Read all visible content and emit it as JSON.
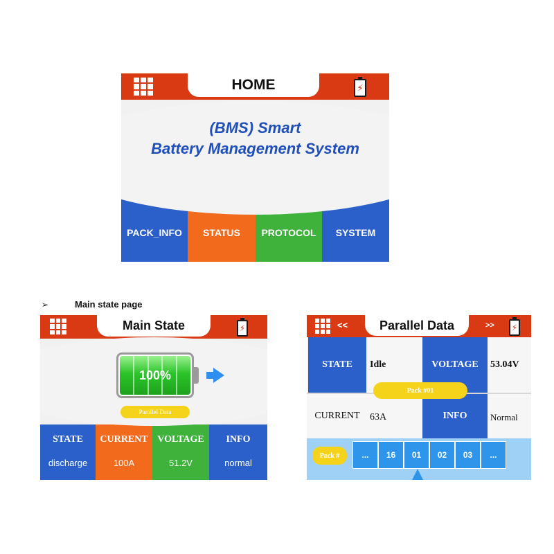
{
  "home": {
    "title": "HOME",
    "heading_line1": "(BMS) Smart",
    "heading_line2": "Battery Management System",
    "buttons": [
      {
        "label": "PACK_INFO"
      },
      {
        "label": "STATUS"
      },
      {
        "label": "PROTOCOL"
      },
      {
        "label": "SYSTEM"
      }
    ]
  },
  "caption": {
    "bullet": "➢",
    "text": "Main state page"
  },
  "main_state": {
    "title": "Main State",
    "battery_percent": "100%",
    "battery_level": 1.0,
    "parallel_button": "Parallel Data",
    "headers": [
      "STATE",
      "CURRENT",
      "VOLTAGE",
      "INFO"
    ],
    "values": [
      "discharge",
      "100A",
      "51.2V",
      "normal"
    ]
  },
  "parallel": {
    "title": "Parallel Data",
    "prev": "<<",
    "next": ">>",
    "state_label": "STATE",
    "state_value": "Idle",
    "voltage_label": "VOLTAGE",
    "voltage_value": "53.04V",
    "current_label": "CURRENT",
    "current_value": "63A",
    "info_label": "INFO",
    "info_value": "Normal",
    "pack_pill": "Pack #01",
    "pack_selector_label": "Pack #",
    "pack_cells": [
      "...",
      "16",
      "01",
      "02",
      "03",
      "..."
    ]
  },
  "colors": {
    "header_red": "#d93a14",
    "blue": "#2b5fc9",
    "orange": "#f26a1b",
    "green": "#3eb23a",
    "yellow": "#f5d31b",
    "light_blue": "#2f95ea"
  }
}
